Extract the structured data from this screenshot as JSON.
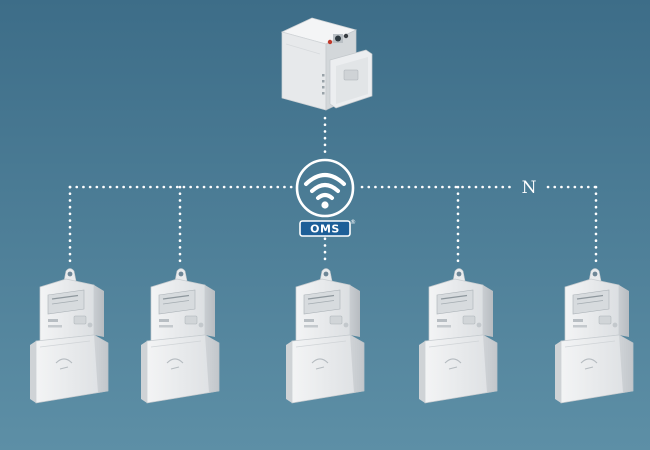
{
  "diagram": {
    "label_n": "N",
    "logo_text": "OMS",
    "logo_mark": "®",
    "meter_count": 5,
    "icons": {
      "hub": "gateway-device-icon",
      "wireless": "wifi-icon",
      "meter": "electricity-meter-icon"
    },
    "colors": {
      "background_top": "#3e6f89",
      "background_bottom": "#5e8fa7",
      "connector": "#ffffff",
      "device": "#eceef0",
      "badge": "#ffffff",
      "logo": "#1d5f98"
    }
  }
}
